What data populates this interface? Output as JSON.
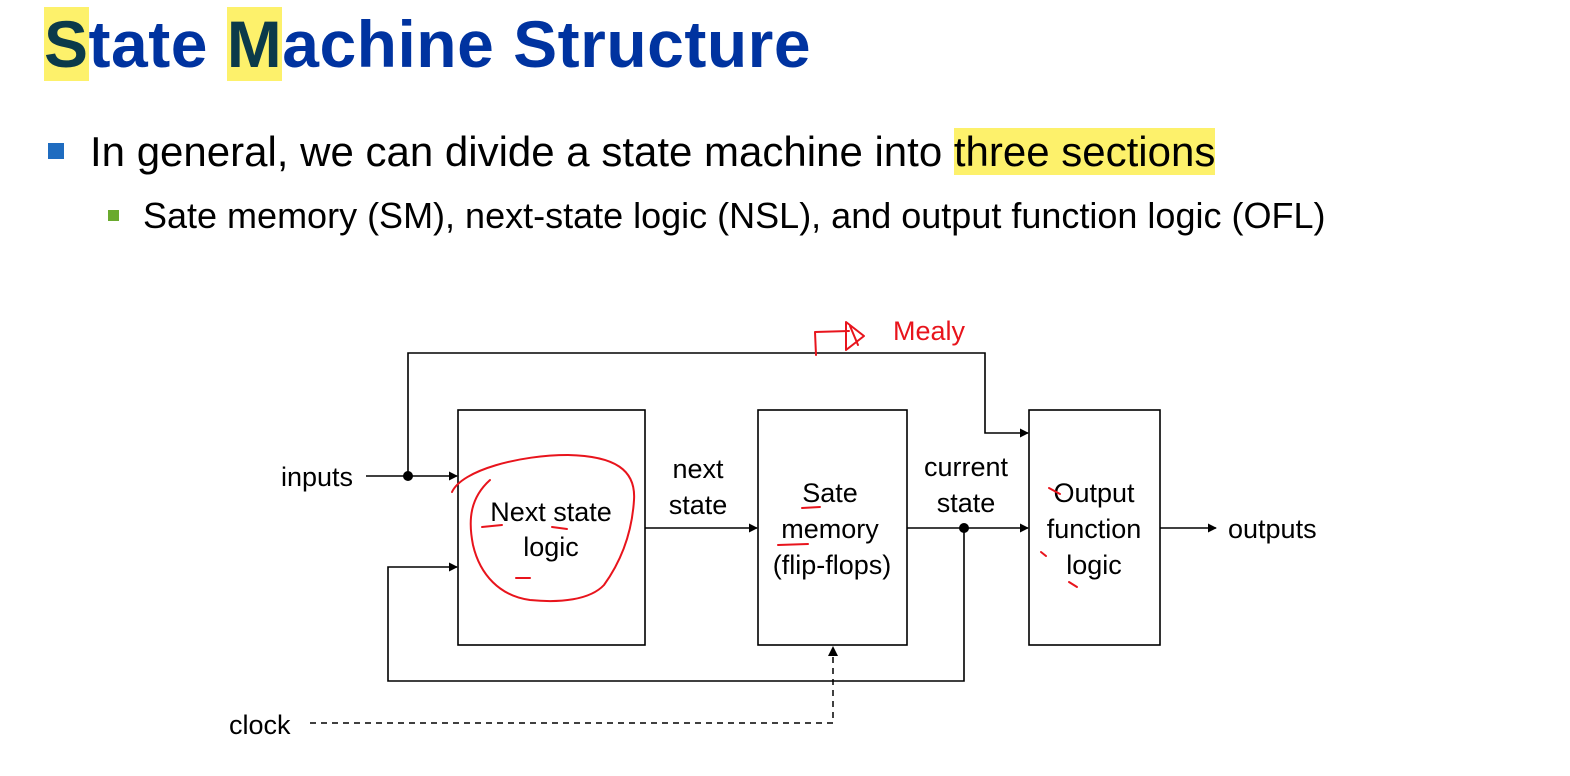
{
  "title": {
    "letter_s": "S",
    "rest_1": "tate ",
    "letter_m": "M",
    "rest_2": "achine Structure"
  },
  "bullets": {
    "main_prefix": "In general, we can divide a state machine into ",
    "main_highlight": "three sections",
    "sub": "Sate memory (SM), next-state logic (NSL), and output function logic (OFL)"
  },
  "diagram": {
    "mealy_label": "Mealy",
    "inputs_label": "inputs",
    "outputs_label": "outputs",
    "clock_label": "clock",
    "next_state_label": [
      "next",
      "state"
    ],
    "current_state_label": [
      "current",
      "state"
    ],
    "block_nsl": [
      "Next state",
      "logic"
    ],
    "block_sm": [
      "Sate",
      "memory",
      "(flip-flops)"
    ],
    "block_ofl": [
      "Output",
      "function",
      "logic"
    ]
  },
  "colors": {
    "title": "#0033a0",
    "highlight": "#fdf16b",
    "annotation": "#e8141c",
    "bullet_main": "#1f6cc0",
    "bullet_sub": "#6aaa2e"
  }
}
